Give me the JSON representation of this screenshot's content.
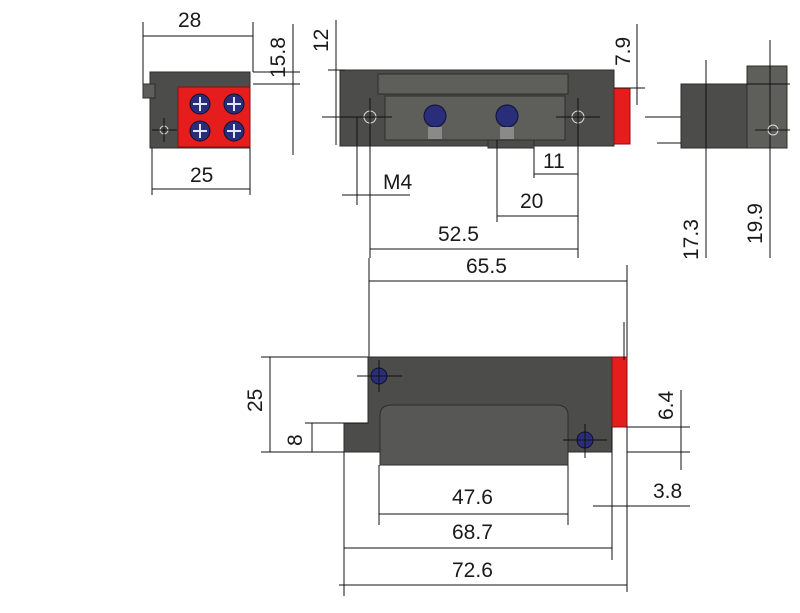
{
  "colors": {
    "body": "#4c4c4a",
    "accent_red": "#e51d1d",
    "screw_blue": "#2a2e7a",
    "line": "#111111"
  },
  "dimensions": {
    "end_view": {
      "width_top": "28",
      "height": "15.8",
      "width_bottom": "25"
    },
    "side_view": {
      "top_offset": "12",
      "red_cap": "7.9",
      "small": "11",
      "center": "20",
      "thread": "M4",
      "hole_spacing": "52.5"
    },
    "right_view": {
      "h1": "17.3",
      "h2": "19.9"
    },
    "bottom_view": {
      "overall_hole": "65.5",
      "height": "25",
      "step": "8",
      "red_height": "6.4",
      "window": "47.6",
      "inner": "68.7",
      "right_offset": "3.8",
      "overall": "72.6"
    }
  }
}
